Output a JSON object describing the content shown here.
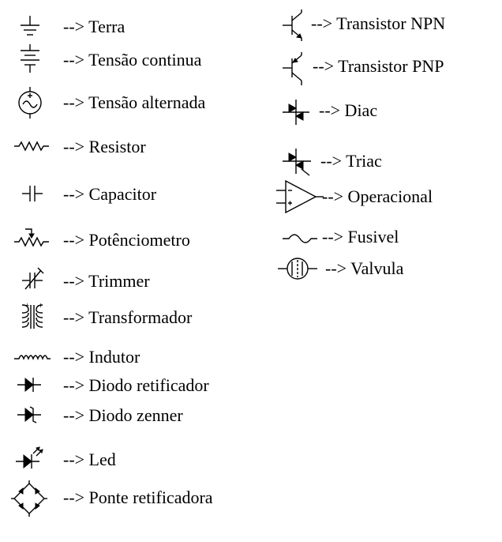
{
  "colors": {
    "ink": "#000000",
    "background": "#ffffff"
  },
  "left_column": [
    {
      "icon": "ground-symbol",
      "label": "--> Terra"
    },
    {
      "icon": "dc-source-symbol",
      "label": "--> Tensão continua"
    },
    {
      "icon": "ac-source-symbol",
      "label": "--> Tensão alternada"
    },
    {
      "icon": "resistor-symbol",
      "label": "--> Resistor"
    },
    {
      "icon": "capacitor-symbol",
      "label": "--> Capacitor"
    },
    {
      "icon": "potentiometer-symbol",
      "label": "--> Potênciometro"
    },
    {
      "icon": "trimmer-symbol",
      "label": "--> Trimmer"
    },
    {
      "icon": "transformer-symbol",
      "label": "--> Transformador"
    },
    {
      "icon": "inductor-symbol",
      "label": "--> Indutor"
    },
    {
      "icon": "rectifier-diode-symbol",
      "label": "--> Diodo retificador"
    },
    {
      "icon": "zener-diode-symbol",
      "label": "--> Diodo zenner"
    },
    {
      "icon": "led-symbol",
      "label": "--> Led"
    },
    {
      "icon": "bridge-rectifier-symbol",
      "label": "--> Ponte retificadora"
    }
  ],
  "right_column": [
    {
      "icon": "npn-transistor-symbol",
      "label": "--> Transistor NPN"
    },
    {
      "icon": "pnp-transistor-symbol",
      "label": "--> Transistor PNP"
    },
    {
      "icon": "diac-symbol",
      "label": "--> Diac"
    },
    {
      "icon": "triac-symbol",
      "label": "--> Triac"
    },
    {
      "icon": "op-amp-symbol",
      "label": "--> Operacional"
    },
    {
      "icon": "fuse-symbol",
      "label": "--> Fusivel"
    },
    {
      "icon": "valve-symbol",
      "label": "--> Valvula"
    }
  ]
}
